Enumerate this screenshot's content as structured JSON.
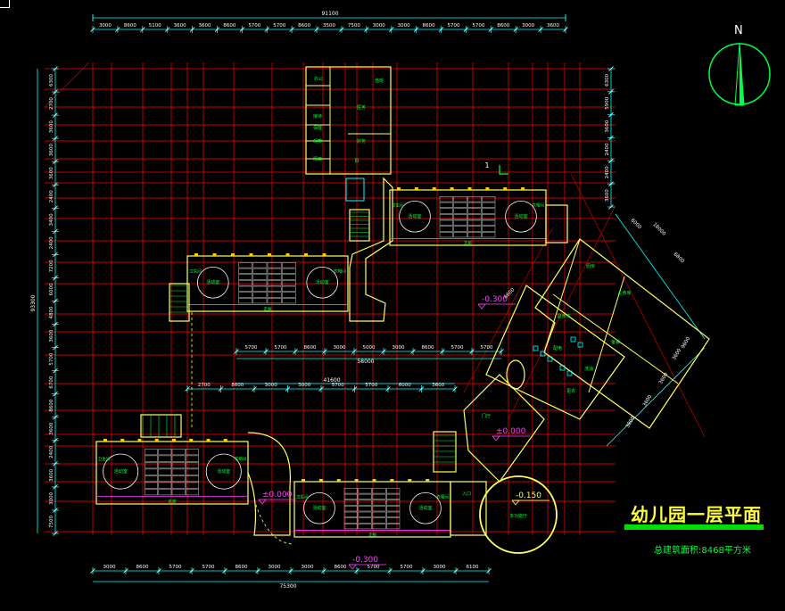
{
  "drawing": {
    "title": "幼儿园一层平面",
    "area_note": "总建筑面积:8468平方米",
    "north": "N",
    "colors": {
      "background": "#000000",
      "grid": "#ff0000",
      "dimension": "#00ffff",
      "wall": "#ffff66",
      "room_text": "#00ff40",
      "title": "#ffff40",
      "green_bar": "#00dd00"
    },
    "dims": {
      "top_total": "91100",
      "top": [
        "3000",
        "8600",
        "5100",
        "3600",
        "3600",
        "8600",
        "5700",
        "5700",
        "8600",
        "3500",
        "7500",
        "3000",
        "3000",
        "8600",
        "5700",
        "5700",
        "8600",
        "3000",
        "3600"
      ],
      "left_total": "93300",
      "left": [
        "6300",
        "2700",
        "3600",
        "3600",
        "3600",
        "2400",
        "3400",
        "2400",
        "7200",
        "6000",
        "4800",
        "3600",
        "5700",
        "6700",
        "8600",
        "3600",
        "2400",
        "3600",
        "3000",
        "7500"
      ],
      "right_top": [
        "6300",
        "5900",
        "3600",
        "2400",
        "2400",
        "3600"
      ],
      "mid_total": "58000",
      "mid": [
        "5700",
        "5700",
        "8600",
        "3000",
        "5000",
        "3000",
        "8600",
        "5700",
        "5700"
      ],
      "mid2_total": "41600",
      "mid2": [
        "2700",
        "8600",
        "3000",
        "3000",
        "5700",
        "5700",
        "6000",
        "3600"
      ],
      "bottom_total": "75300",
      "bottom": [
        "3000",
        "8600",
        "5700",
        "5700",
        "8600",
        "3000",
        "3000",
        "8600",
        "5700",
        "5700",
        "3000",
        "6100"
      ],
      "diag": [
        "6000",
        "18000",
        "6800",
        "6600",
        "3600",
        "3600",
        "3600",
        "3800",
        "9600"
      ]
    },
    "levels": [
      "-0.300",
      "±0.000",
      "-0.150",
      "±0.000",
      "-0.300"
    ],
    "section_mark": "1",
    "top_block_rooms": [
      "办公",
      "值班",
      "接待",
      "保健",
      "观察",
      "隔离",
      "医务",
      "财务",
      "厕"
    ],
    "wing_labels": [
      "活动室",
      "寝室",
      "卫生间",
      "衣帽间",
      "盥洗",
      "阳台"
    ],
    "kitchen_labels": [
      "厨房",
      "主食库",
      "副食库",
      "备餐",
      "洗消",
      "更衣",
      "配电"
    ],
    "corridor_label": "走廊",
    "round_hall_label": "多功能厅",
    "entry_label": "入口",
    "lobby_label": "门厅"
  }
}
